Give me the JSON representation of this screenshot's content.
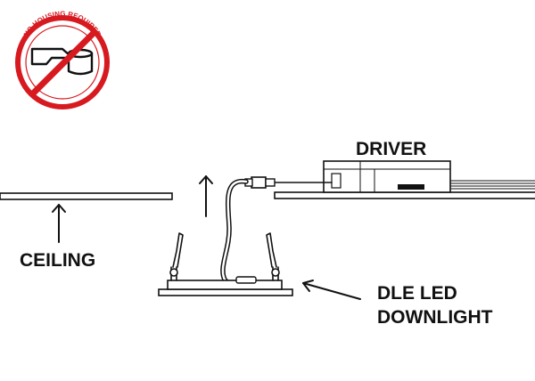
{
  "badge": {
    "text": "NO HOUSING REQUIRED",
    "ring_color": "#d71920",
    "icon": "recessed-housing-icon"
  },
  "labels": {
    "driver": "DRIVER",
    "ceiling": "CEILING",
    "downlight_line1": "DLE LED",
    "downlight_line2": "DOWNLIGHT"
  },
  "colors": {
    "ink": "#111111",
    "background": "#ffffff"
  }
}
